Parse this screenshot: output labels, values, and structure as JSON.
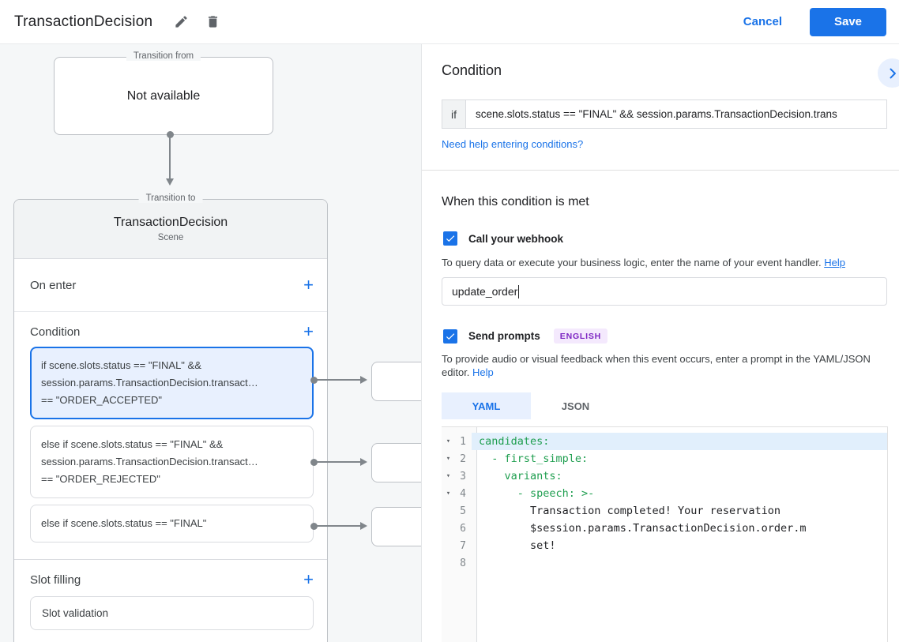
{
  "header": {
    "title": "TransactionDecision",
    "cancel_label": "Cancel",
    "save_label": "Save"
  },
  "canvas": {
    "transition_from": {
      "legend": "Transition from",
      "content": "Not available"
    },
    "transition_to": {
      "legend": "Transition to",
      "title": "TransactionDecision",
      "subtitle": "Scene",
      "on_enter_label": "On enter",
      "condition_label": "Condition",
      "condition_cards": [
        {
          "selected": true,
          "lines": [
            "if scene.slots.status == \"FINAL\" &&",
            "session.params.TransactionDecision.transact…",
            "== \"ORDER_ACCEPTED\""
          ]
        },
        {
          "selected": false,
          "lines": [
            "else if scene.slots.status == \"FINAL\" &&",
            "session.params.TransactionDecision.transact…",
            "== \"ORDER_REJECTED\""
          ]
        },
        {
          "selected": false,
          "lines": [
            "else if scene.slots.status == \"FINAL\""
          ]
        }
      ],
      "slot_filling_label": "Slot filling",
      "slot_card_label": "Slot validation"
    }
  },
  "panel": {
    "title": "Condition",
    "condition_input": {
      "prefix": "if",
      "value": "scene.slots.status == \"FINAL\" && session.params.TransactionDecision.trans"
    },
    "help_link": "Need help entering conditions?",
    "when_met_title": "When this condition is met",
    "webhook": {
      "label": "Call your webhook",
      "checked": true,
      "description": "To query data or execute your business logic, enter the name of your event handler.",
      "help_label": "Help",
      "value": "update_order"
    },
    "prompts": {
      "label": "Send prompts",
      "badge": "ENGLISH",
      "checked": true,
      "description": "To provide audio or visual feedback when this event occurs, enter a prompt in the YAML/JSON editor.",
      "help_label": "Help",
      "tabs": [
        {
          "label": "YAML",
          "active": true
        },
        {
          "label": "JSON",
          "active": false
        }
      ],
      "editor": {
        "lines": [
          {
            "num": 1,
            "text": "candidates:"
          },
          {
            "num": 2,
            "text": "  - first_simple:"
          },
          {
            "num": 3,
            "text": "    variants:"
          },
          {
            "num": 4,
            "text": "      - speech: >-"
          },
          {
            "num": 5,
            "text": "        Transaction completed! Your reservation"
          },
          {
            "num": 6,
            "text": "        $session.params.TransactionDecision.order.m"
          },
          {
            "num": 7,
            "text": "        set!"
          },
          {
            "num": 8,
            "text": ""
          }
        ]
      }
    }
  },
  "colors": {
    "accent": "#1a73e8",
    "selected_card_bg": "#e8f0fe",
    "badge_bg": "#f4e9fd",
    "badge_text": "#7c24c2",
    "code_key_green": "#1e9e4f",
    "canvas_bg": "#f5f7f8"
  }
}
